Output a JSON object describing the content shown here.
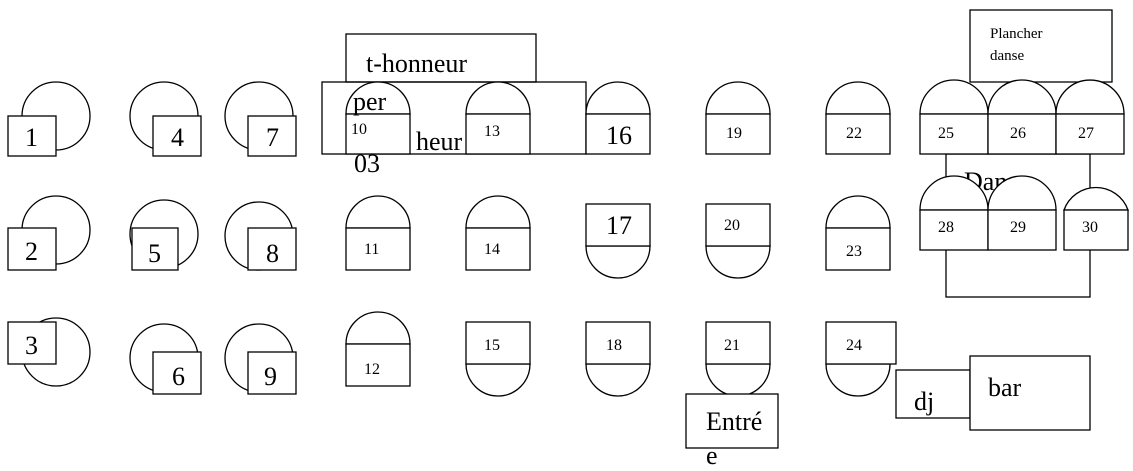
{
  "tables": [
    {
      "number": "1"
    },
    {
      "number": "2"
    },
    {
      "number": "3"
    },
    {
      "number": "4"
    },
    {
      "number": "5"
    },
    {
      "number": "6"
    },
    {
      "number": "7"
    },
    {
      "number": "8"
    },
    {
      "number": "9"
    },
    {
      "number": "10"
    },
    {
      "number": "11"
    },
    {
      "number": "12"
    },
    {
      "number": "13"
    },
    {
      "number": "14"
    },
    {
      "number": "15"
    },
    {
      "number": "16"
    },
    {
      "number": "17"
    },
    {
      "number": "18"
    },
    {
      "number": "19"
    },
    {
      "number": "20"
    },
    {
      "number": "21"
    },
    {
      "number": "22"
    },
    {
      "number": "23"
    },
    {
      "number": "24"
    },
    {
      "number": "25"
    },
    {
      "number": "26"
    },
    {
      "number": "27"
    },
    {
      "number": "28"
    },
    {
      "number": "29"
    },
    {
      "number": "30"
    }
  ],
  "honour_table": {
    "label": "t-honneur",
    "overlap_label_a": "per",
    "overlap_label_b": "heur",
    "overlap_label_c": "03"
  },
  "dance_floor": {
    "label_line1": "Plancher",
    "label_line2": "danse",
    "overlap_label": "Dan"
  },
  "dj": {
    "label": "dj"
  },
  "bar": {
    "label": "bar"
  },
  "entrance": {
    "label_line1": "Entré",
    "label_line2": "e"
  }
}
